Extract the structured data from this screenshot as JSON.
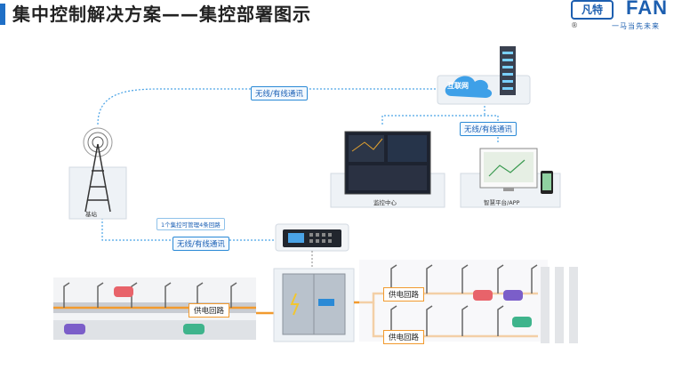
{
  "header": {
    "title": "集中控制解决方案——集控部署图示",
    "logo_mark": "凡特",
    "logo_brand": "FAN",
    "logo_registered": "®",
    "logo_slogan": "一马当先未来"
  },
  "diagram": {
    "cloud_label": "互联网",
    "link_top": "无线/有线通讯",
    "link_right": "无线/有线通讯",
    "link_bottom": "无线/有线通讯",
    "base_station_label": "基站",
    "monitor_center_label": "监控中心",
    "smart_platform_label": "智慧平台/APP",
    "controller_capacity_note": "1个集控可管理4条回路",
    "supply_loop_left": "供电回路",
    "supply_loop_right_top": "供电回路",
    "supply_loop_right_bottom": "供电回路"
  },
  "colors": {
    "accent_blue": "#1f6fc6",
    "link_blue": "#2b8ad6",
    "power_orange": "#f29a2e",
    "road_gray": "#c9ccd2"
  }
}
